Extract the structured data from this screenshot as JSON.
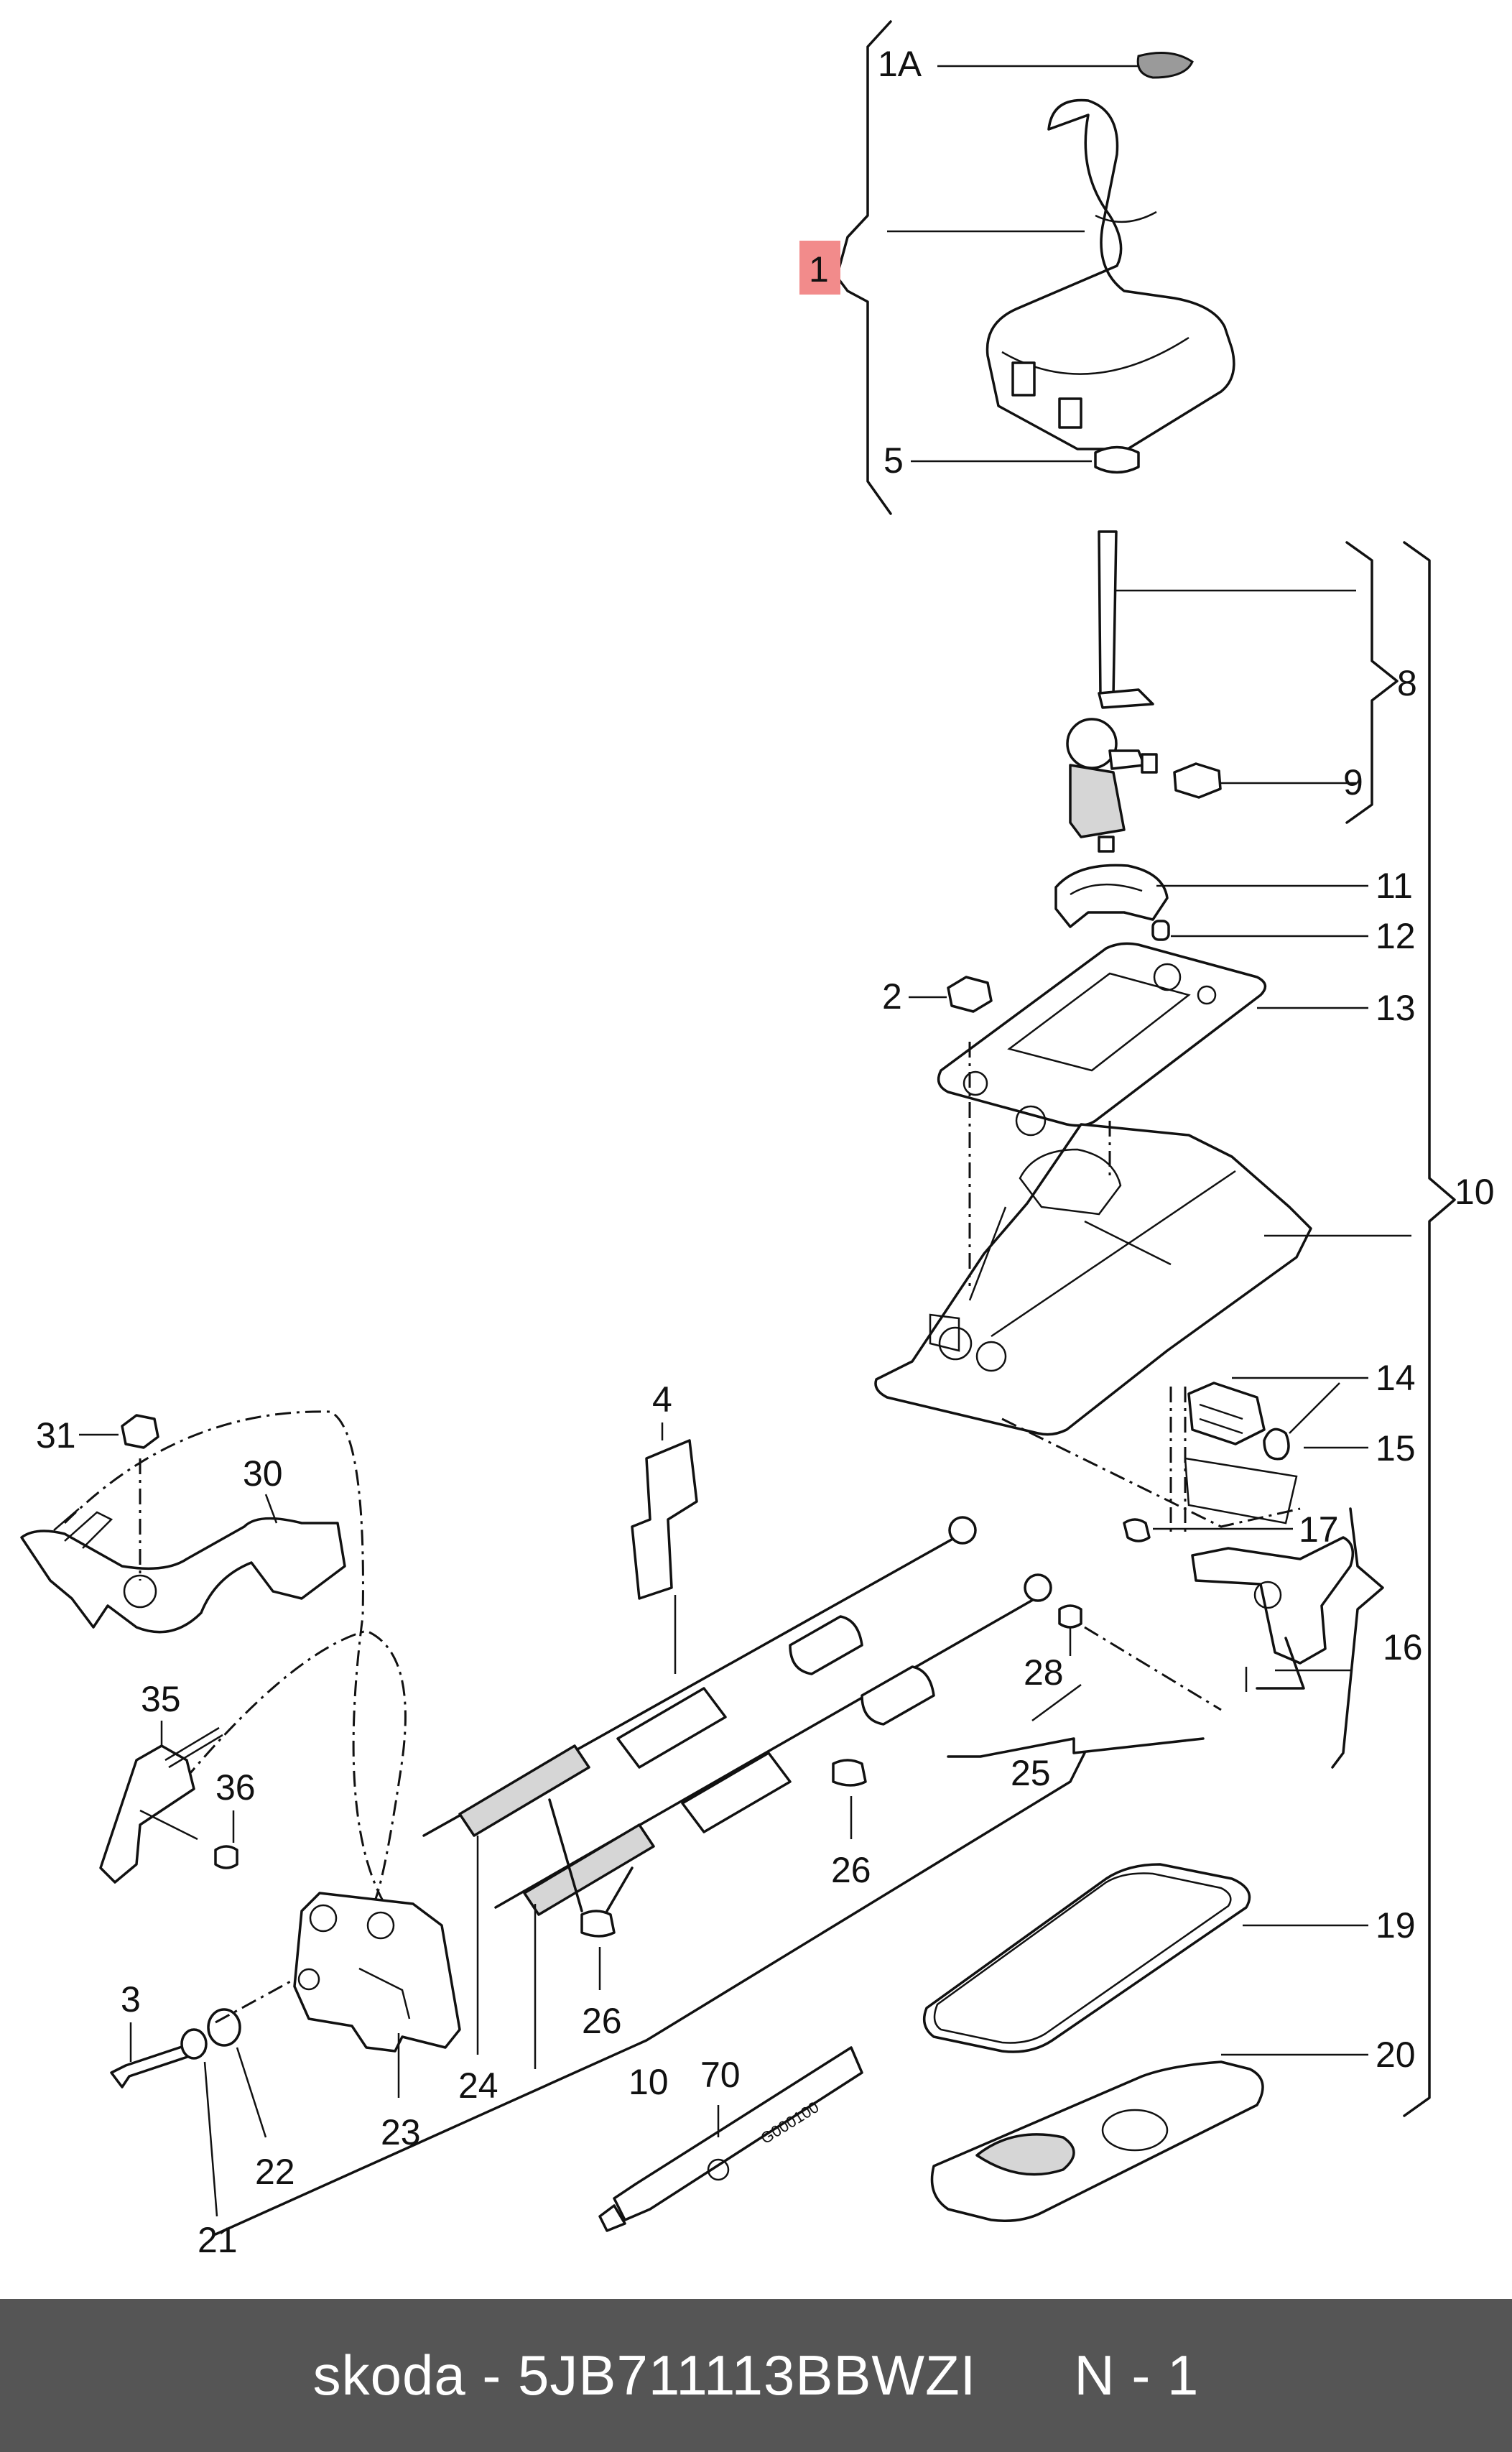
{
  "callouts": {
    "c1A": "1A",
    "c1": "1",
    "c5": "5",
    "c8": "8",
    "c9": "9",
    "c11": "11",
    "c12": "12",
    "c2": "2",
    "c13": "13",
    "c10a": "10",
    "c14": "14",
    "c15": "15",
    "c17": "17",
    "c16": "16",
    "c4": "4",
    "c31": "31",
    "c30": "30",
    "c35": "35",
    "c36": "36",
    "c28": "28",
    "c25": "25",
    "c26a": "26",
    "c26b": "26",
    "c19": "19",
    "c20": "20",
    "c3": "3",
    "c24": "24",
    "c10b": "10",
    "c70": "70",
    "c23": "23",
    "c22": "22",
    "c21": "21"
  },
  "highlight_color": "#f28b8b",
  "footer": {
    "brand": "skoda",
    "separator": "-",
    "part_number": "5JB711113BBWZI",
    "page_label": "N - 1"
  },
  "tube_label": "G000100"
}
